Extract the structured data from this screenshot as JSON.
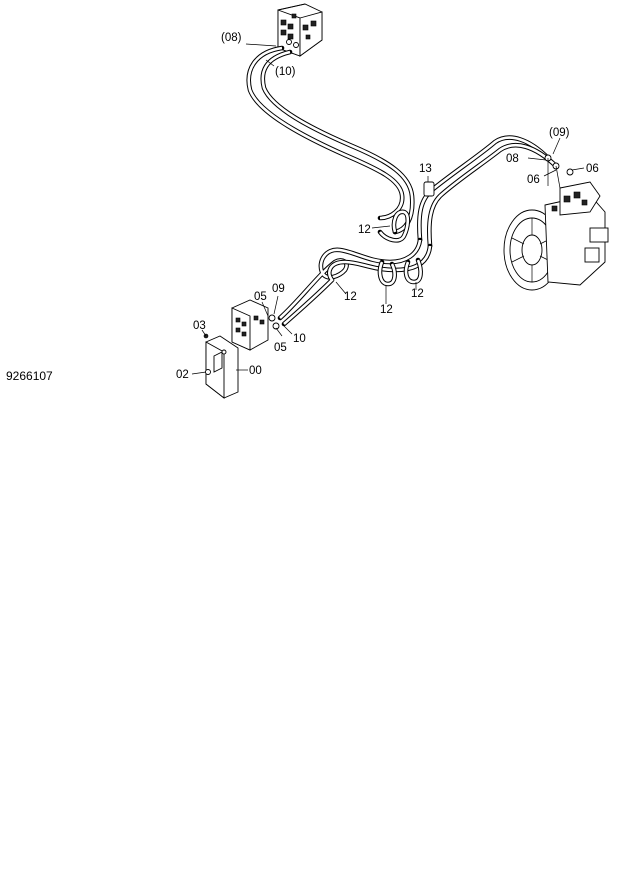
{
  "drawing_number": "9266107",
  "callouts": {
    "c08_top": "(08)",
    "c10_top": "(10)",
    "c09_right": "(09)",
    "c08_right": "08",
    "c06_right_a": "06",
    "c06_right_b": "06",
    "c13": "13",
    "c12_a": "12",
    "c12_b": "12",
    "c12_c": "12",
    "c12_d": "12",
    "c09_mid": "09",
    "c05_a": "05",
    "c05_b": "05",
    "c10_mid": "10",
    "c03": "03",
    "c02": "02",
    "c00": "00"
  },
  "components": {
    "top_valve": "pilot-valve-block-top",
    "pump": "hydraulic-pump-assembly",
    "left_valve": "pilot-valve-block-left",
    "bracket": "mounting-bracket"
  }
}
